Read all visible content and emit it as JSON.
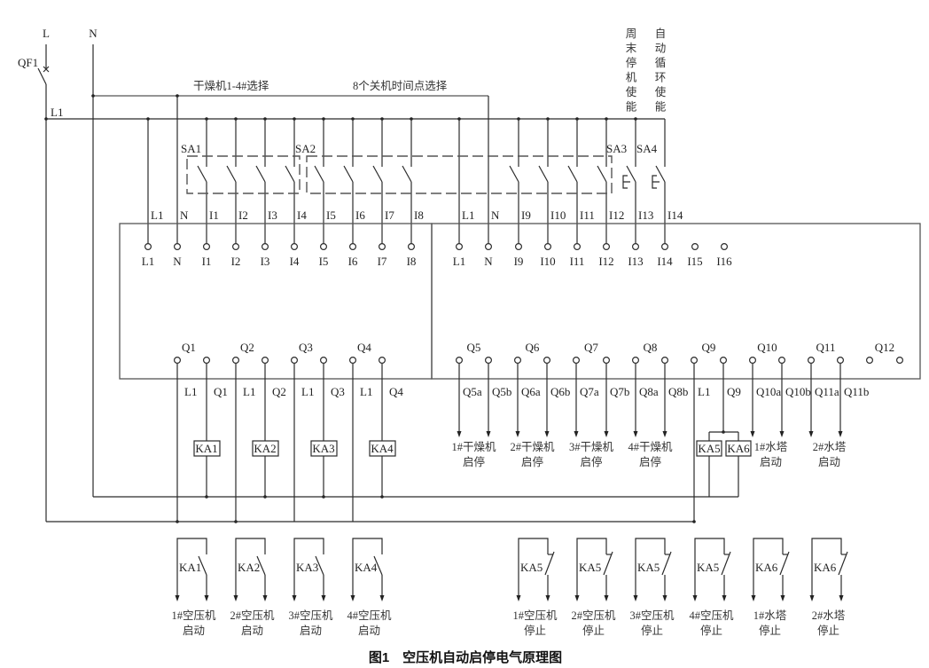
{
  "power": {
    "L": "L",
    "N": "N",
    "QF1": "QF1",
    "L1": "L1"
  },
  "group_labels": {
    "dryer_select": "干燥机1-4#选择",
    "shutdown_time_select": "8个关机时间点选择"
  },
  "enable_labels": {
    "weekend": [
      "周",
      "末",
      "停",
      "机",
      "使",
      "能"
    ],
    "auto_cycle": [
      "自",
      "动",
      "循",
      "环",
      "使",
      "能"
    ]
  },
  "switches": [
    "SA1",
    "SA2",
    "SA3",
    "SA4"
  ],
  "input_wire_labels_left": [
    "L1",
    "N",
    "I1",
    "I2",
    "I3",
    "I4",
    "I5",
    "I6",
    "I7",
    "I8"
  ],
  "input_wire_labels_right": [
    "L1",
    "N",
    "I9",
    "I10",
    "I11",
    "I12",
    "I13",
    "I14"
  ],
  "input_terminals_left": [
    "L1",
    "N",
    "I1",
    "I2",
    "I3",
    "I4",
    "I5",
    "I6",
    "I7",
    "I8"
  ],
  "input_terminals_right": [
    "L1",
    "N",
    "I9",
    "I10",
    "I11",
    "I12",
    "I13",
    "I14",
    "I15",
    "I16"
  ],
  "output_groups_left": [
    "Q1",
    "Q2",
    "Q3",
    "Q4"
  ],
  "output_wire_labels_left": [
    "L1",
    "Q1",
    "L1",
    "Q2",
    "L1",
    "Q3",
    "L1",
    "Q4"
  ],
  "relays_left": [
    "KA1",
    "KA2",
    "KA3",
    "KA4"
  ],
  "output_groups_right": [
    "Q5",
    "Q6",
    "Q7",
    "Q8",
    "Q9",
    "Q10",
    "Q11",
    "Q12"
  ],
  "output_wire_labels_right": [
    "Q5a",
    "Q5b",
    "Q6a",
    "Q6b",
    "Q7a",
    "Q7b",
    "Q8a",
    "Q8b",
    "L1",
    "Q9",
    "Q10a",
    "Q10b",
    "Q11a",
    "Q11b"
  ],
  "relays_right": [
    "KA5",
    "KA6"
  ],
  "output_loads": [
    {
      "l1": "1#干燥机",
      "l2": "启停"
    },
    {
      "l1": "2#干燥机",
      "l2": "启停"
    },
    {
      "l1": "3#干燥机",
      "l2": "启停"
    },
    {
      "l1": "4#干燥机",
      "l2": "启停"
    },
    {
      "l1": "1#水塔",
      "l2": "启动"
    },
    {
      "l1": "2#水塔",
      "l2": "启动"
    }
  ],
  "contacts": [
    {
      "relay": "KA1",
      "type": "NO",
      "l1": "1#空压机",
      "l2": "启动"
    },
    {
      "relay": "KA2",
      "type": "NO",
      "l1": "2#空压机",
      "l2": "启动"
    },
    {
      "relay": "KA3",
      "type": "NO",
      "l1": "3#空压机",
      "l2": "启动"
    },
    {
      "relay": "KA4",
      "type": "NO",
      "l1": "4#空压机",
      "l2": "启动"
    },
    {
      "relay": "KA5",
      "type": "NC",
      "l1": "1#空压机",
      "l2": "停止"
    },
    {
      "relay": "KA5",
      "type": "NC",
      "l1": "2#空压机",
      "l2": "停止"
    },
    {
      "relay": "KA5",
      "type": "NC",
      "l1": "3#空压机",
      "l2": "停止"
    },
    {
      "relay": "KA5",
      "type": "NC",
      "l1": "4#空压机",
      "l2": "停止"
    },
    {
      "relay": "KA6",
      "type": "NC",
      "l1": "1#水塔",
      "l2": "停止"
    },
    {
      "relay": "KA6",
      "type": "NC",
      "l1": "2#水塔",
      "l2": "停止"
    }
  ],
  "caption": "图1　空压机自动启停电气原理图"
}
